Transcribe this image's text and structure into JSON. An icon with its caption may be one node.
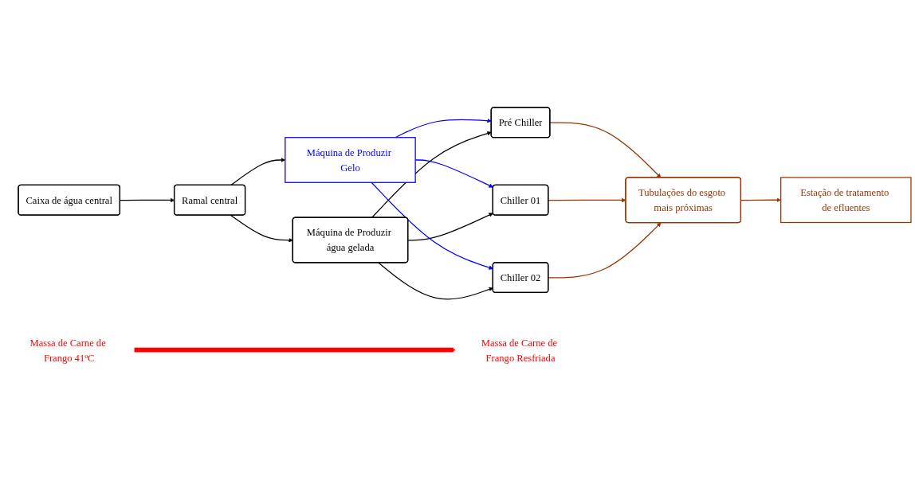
{
  "diagram": {
    "nodes": [
      {
        "text": [
          "Caixa de água central"
        ]
      },
      {
        "text": [
          "Ramal central"
        ]
      },
      {
        "text": [
          "Máquina de Produzir Gelo"
        ]
      },
      {
        "text": [
          "Máquina de Produzir água gelada"
        ]
      },
      {
        "text": [
          "Pré Chiller"
        ]
      },
      {
        "text": [
          "Chiller 01"
        ]
      },
      {
        "text": [
          "Chiller 02"
        ]
      },
      {
        "text": [
          "Tubulações do esgoto mais próximas"
        ]
      },
      {
        "text": [
          "Estação de tratamento de efluentes"
        ]
      },
      {
        "text": [
          "Massa de Carne de Frango 41ºC"
        ]
      },
      {
        "text": [
          "Massa de Carne de Frango Resfriada"
        ]
      }
    ],
    "edges": [
      {
        "from": 0,
        "to": 1,
        "arrow": "to"
      },
      {
        "from": 1,
        "to": 2,
        "arrow": "to"
      },
      {
        "from": 1,
        "to": 3,
        "arrow": "to"
      },
      {
        "from": 2,
        "to": 4,
        "arrow": "to",
        "color": "#0000ff"
      },
      {
        "from": 2,
        "to": 5,
        "arrow": "to",
        "color": "#0000ff"
      },
      {
        "from": 2,
        "to": 6,
        "arrow": "to",
        "color": "#0000ff"
      },
      {
        "from": 3,
        "to": 4,
        "arrow": "to"
      },
      {
        "from": 3,
        "to": 5,
        "arrow": "to"
      },
      {
        "from": 3,
        "to": 6,
        "arrow": "to"
      },
      {
        "from": 4,
        "to": 7,
        "arrow": "to",
        "color": "#993300"
      },
      {
        "from": 5,
        "to": 7,
        "arrow": "to",
        "color": "#993300"
      },
      {
        "from": 6,
        "to": 7,
        "arrow": "to",
        "color": "#993300"
      },
      {
        "from": 7,
        "to": 8,
        "arrow": "to",
        "color": "#993300"
      },
      {
        "from": 9,
        "to": 10,
        "arrow": "to",
        "style": "thick",
        "color": "#ff0000"
      }
    ]
  }
}
